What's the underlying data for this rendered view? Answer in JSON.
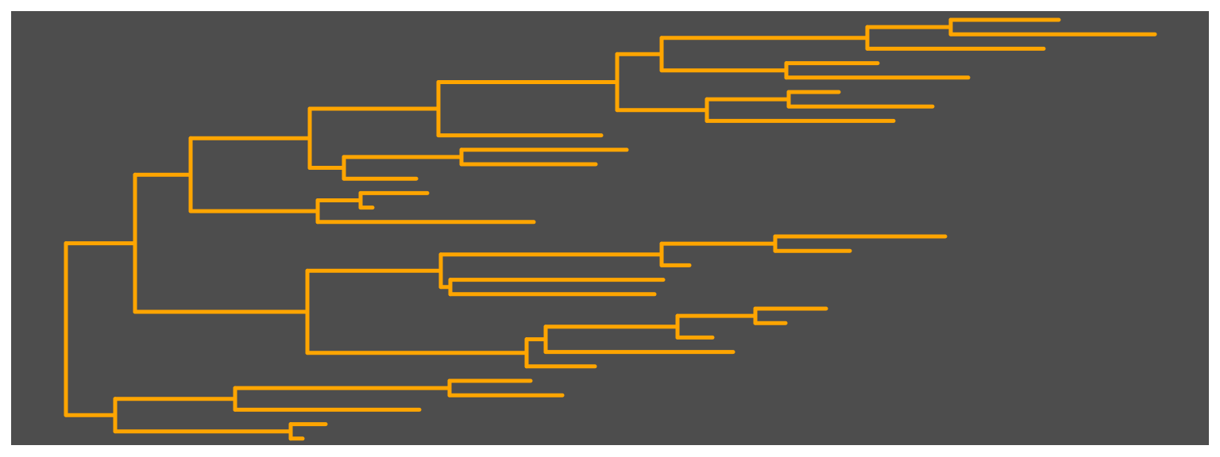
{
  "colors": {
    "page_background": "#ffffff",
    "panel_background": "#4d4d4d",
    "branch": "#ffa500"
  },
  "tree": {
    "root": {
      "children": [
        {
          "length": 87,
          "children": [
            {
              "length": 70,
              "children": [
                {
                  "length": 150,
                  "children": [
                    {
                      "length": 162,
                      "children": [
                        {
                          "length": 225,
                          "children": [
                            {
                              "length": 56,
                              "children": [
                                {
                                  "length": 259,
                                  "children": [
                                    {
                                      "length": 105,
                                      "children": [
                                        {
                                          "length": 136
                                        },
                                        {
                                          "length": 257
                                        }
                                      ]
                                    },
                                    {
                                      "length": 222
                                    }
                                  ]
                                },
                                {
                                  "length": 157,
                                  "children": [
                                    {
                                      "length": 115
                                    },
                                    {
                                      "length": 229
                                    }
                                  ]
                                }
                              ]
                            },
                            {
                              "length": 113,
                              "children": [
                                {
                                  "length": 103,
                                  "children": [
                                    {
                                      "length": 63
                                    },
                                    {
                                      "length": 181
                                    }
                                  ]
                                },
                                {
                                  "length": 235
                                }
                              ]
                            }
                          ]
                        },
                        {
                          "length": 205
                        }
                      ]
                    },
                    {
                      "length": 43,
                      "children": [
                        {
                          "length": 148,
                          "children": [
                            {
                              "length": 208
                            },
                            {
                              "length": 169
                            }
                          ]
                        },
                        {
                          "length": 91
                        }
                      ]
                    }
                  ]
                },
                {
                  "length": 160,
                  "children": [
                    {
                      "length": 54,
                      "children": [
                        {
                          "length": 84
                        },
                        {
                          "length": 15
                        }
                      ]
                    },
                    {
                      "length": 272
                    }
                  ]
                }
              ]
            },
            {
              "length": 217,
              "children": [
                {
                  "length": 168,
                  "children": [
                    {
                      "length": 278,
                      "children": [
                        {
                          "length": 143,
                          "children": [
                            {
                              "length": 214
                            },
                            {
                              "length": 94
                            }
                          ]
                        },
                        {
                          "length": 35
                        }
                      ]
                    },
                    {
                      "length": 12,
                      "children": [
                        {
                          "length": 268
                        },
                        {
                          "length": 257
                        }
                      ]
                    }
                  ]
                },
                {
                  "length": 276,
                  "children": [
                    {
                      "length": 24,
                      "children": [
                        {
                          "length": 166,
                          "children": [
                            {
                              "length": 98,
                              "children": [
                                {
                                  "length": 89
                                },
                                {
                                  "length": 38
                                }
                              ]
                            },
                            {
                              "length": 44
                            }
                          ]
                        },
                        {
                          "length": 236
                        }
                      ]
                    },
                    {
                      "length": 86
                    }
                  ]
                }
              ]
            }
          ]
        },
        {
          "length": 62,
          "children": [
            {
              "length": 151,
              "children": [
                {
                  "length": 270,
                  "children": [
                    {
                      "length": 102
                    },
                    {
                      "length": 142
                    }
                  ]
                },
                {
                  "length": 232
                }
              ]
            },
            {
              "length": 221,
              "children": [
                {
                  "length": 44
                },
                {
                  "length": 15
                }
              ]
            }
          ]
        }
      ]
    }
  }
}
